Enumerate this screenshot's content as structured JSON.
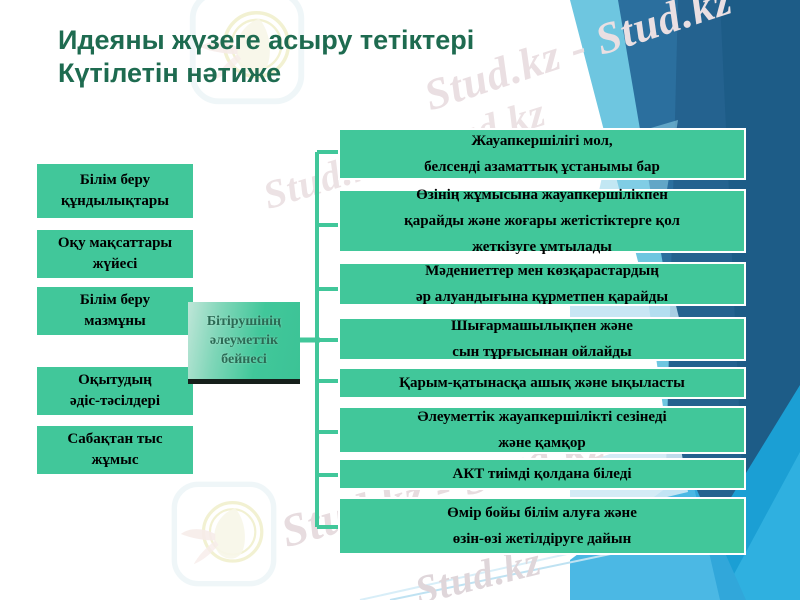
{
  "slide": {
    "title": "Идеяны жүзеге асыру тетіктері\nКүтілетін нәтиже",
    "title_color": "#1e6b50",
    "box_fill_color": "#41c79a",
    "box_border_color": "#ffffff",
    "connector_color": "#41c79a",
    "background_color": "#ffffff"
  },
  "watermark": {
    "text_1": "Stud.kz - Stud.kz",
    "text_2": "Stud.kz - Stud.kz",
    "text_3": "Stud.kz",
    "logo_name": "bird-leaf-logo"
  },
  "center_node": {
    "label": "Бітірушінің\nәлеуметтік\nбейнесі"
  },
  "left_nodes": [
    {
      "label": "Білім беру\nқұндылықтары"
    },
    {
      "label": "Оқу мақсаттары\nжүйесі"
    },
    {
      "label": "Білім беру\nмазмұны"
    },
    {
      "label": "Оқытудың\nәдіс-тәсілдері"
    },
    {
      "label": "Сабақтан тыс\nжұмыс"
    }
  ],
  "right_nodes": [
    {
      "label": "Жауапкершілігі мол,\nбелсенді азаматтық ұстанымы бар"
    },
    {
      "label": "Өзінің жұмысына жауапкершілікпен\nқарайды және жоғары жетістіктерге қол\nжеткізуге ұмтылады"
    },
    {
      "label": "Мәдениеттер мен көзқарастардың\nәр алуандығына құрметпен қарайды"
    },
    {
      "label": "Шығармашылықпен және\nсын тұрғысынан ойлайды"
    },
    {
      "label": "Қарым-қатынасқа ашық және ықыласты"
    },
    {
      "label": "Әлеуметтік жауапкершілікті сезінеді\nжәне қамқор"
    },
    {
      "label": "АКТ тиімді қолдана біледі"
    },
    {
      "label": "Өмір бойы білім алуға және\nөзін-өзі жетілдіруге дайын"
    }
  ],
  "decoration": {
    "colors": [
      "#6ec6e0",
      "#2b6f9e",
      "#1d6490",
      "#2f8fc4",
      "#26a3d8",
      "#1b9fd4",
      "#8fd3ea",
      "#cfe9f5"
    ]
  }
}
